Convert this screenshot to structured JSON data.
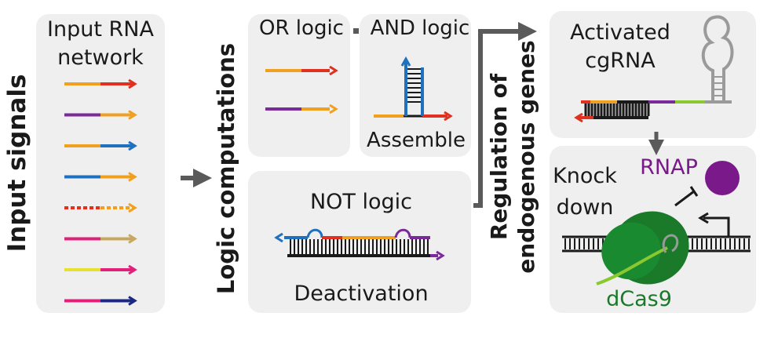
{
  "labels": {
    "input_signals": "Input signals",
    "input_rna_line1": "Input RNA",
    "input_rna_line2": "network",
    "logic_computations": "Logic computations",
    "or_logic": "OR logic",
    "and_logic": "AND logic",
    "assemble": "Assemble",
    "not_logic": "NOT logic",
    "deactivation": "Deactivation",
    "regulation_line1": "Regulation of",
    "regulation_line2": "endogenous genes",
    "activated_line1": "Activated",
    "activated_line2": "cgRNA",
    "rnap": "RNAP",
    "knock": "Knock",
    "down": "down",
    "dcas9": "dCas9"
  },
  "colors": {
    "panel_bg": "#efefef",
    "arrow_gray": "#5a5a5a",
    "orange": "#f0a020",
    "red": "#e03020",
    "purple": "#7a2a9a",
    "blue": "#2070c0",
    "magenta": "#e0207a",
    "tan": "#c8a860",
    "yellow": "#e8e030",
    "navy": "#1a2a80",
    "green_dark": "#1a7a2a",
    "green_light": "#8ac830",
    "rnap_purple": "#7a1a8a"
  },
  "input_strands": [
    {
      "left": "orange",
      "right": "red",
      "dashed": false
    },
    {
      "left": "purple",
      "right": "orange",
      "dashed": false
    },
    {
      "left": "orange",
      "right": "blue",
      "dashed": false
    },
    {
      "left": "blue",
      "right": "orange",
      "dashed": false
    },
    {
      "left": "red",
      "right": "orange",
      "dashed": true
    },
    {
      "left": "magenta",
      "right": "tan",
      "dashed": false
    },
    {
      "left": "yellow",
      "right": "magenta",
      "dashed": false
    },
    {
      "left": "magenta",
      "right": "navy",
      "dashed": false
    }
  ]
}
